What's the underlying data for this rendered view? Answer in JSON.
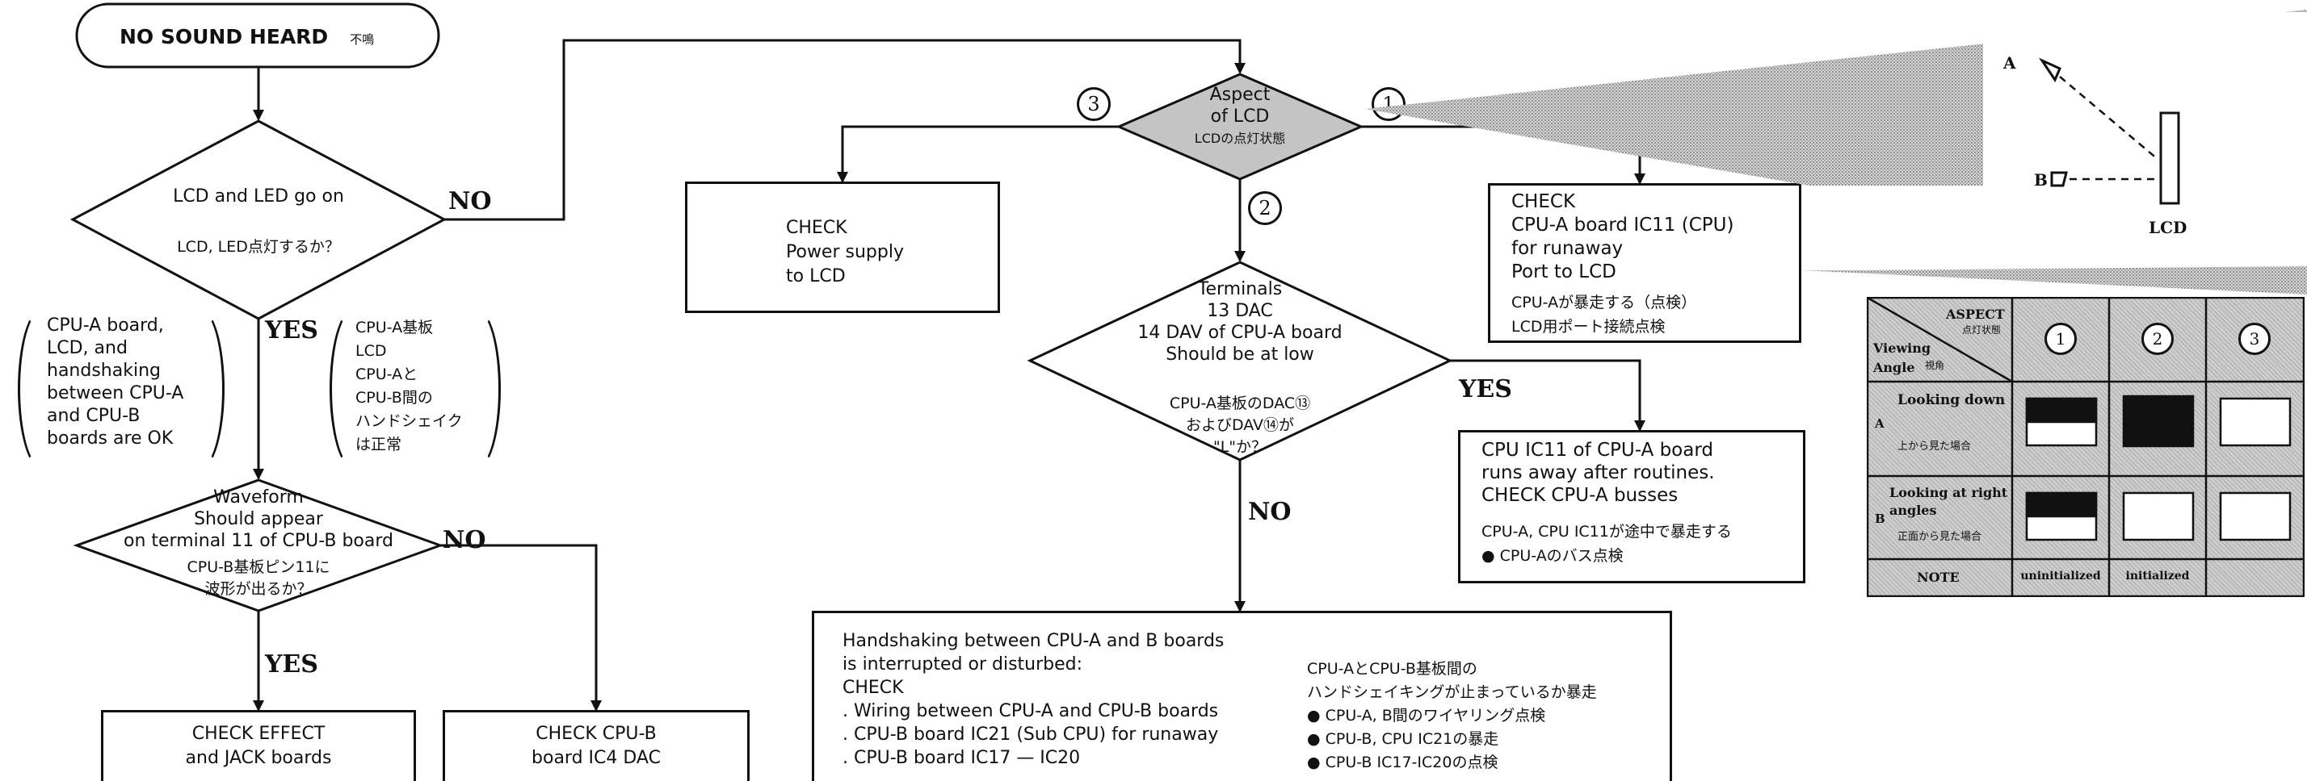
{
  "start": {
    "en": "NO SOUND HEARD",
    "jp": "不鳴"
  },
  "d1": {
    "en": "LCD and LED go on",
    "jp": "LCD, LED点灯するか？"
  },
  "d1_yes_note": {
    "en": [
      "CPU-A board,",
      "LCD, and",
      "handshaking",
      "between CPU-A",
      "and CPU-B",
      "boards are OK"
    ],
    "jp": [
      "CPU-A基板",
      "LCD",
      "CPU-Aと",
      "CPU-B間の",
      "ハンドシェイク",
      "は正常"
    ]
  },
  "d2": {
    "en": [
      "Waveform",
      "Should appear",
      "on terminal 11 of CPU-B  board"
    ],
    "jp": [
      "CPU-B基板ピン11に",
      "波形が出るか？"
    ]
  },
  "box_effect": [
    "CHECK   EFFECT",
    "and  JACK boards"
  ],
  "box_dac": [
    "CHECK CPU-B",
    "board IC4 DAC"
  ],
  "aspect": {
    "lines": [
      "Aspect",
      "of  LCD"
    ],
    "jp": "LCDの点灯状態"
  },
  "circles": {
    "one": "1",
    "two": "2",
    "three": "3"
  },
  "box_power": [
    "CHECK",
    "Power supply",
    "to LCD"
  ],
  "box_cpu_a": {
    "en": [
      "CHECK",
      "CPU-A board IC11 (CPU)",
      "for runaway",
      "Port to LCD"
    ],
    "jp": [
      "CPU-Aが暴走する（点検）",
      "LCD用ポート接続点検"
    ]
  },
  "d3": {
    "en": [
      "Terminals",
      "13 DAC",
      "14 DAV of   CPU-A board",
      "Should be at low"
    ],
    "jp": [
      "CPU-A基板のDAC⑬",
      "およびDAV⑭が",
      "\"L\"か？"
    ]
  },
  "box_runaway": {
    "en": [
      "CPU IC11 of   CPU-A board",
      "runs away after  routines.",
      "CHECK   CPU-A busses"
    ],
    "jp": [
      "CPU-A, CPU IC11が途中で暴走する",
      "● CPU-Aのバス点検"
    ]
  },
  "box_hand": {
    "en": [
      "Handshaking between CPU-A and B boards",
      "is interrupted or disturbed:",
      "CHECK",
      ". Wiring between CPU-A and CPU-B boards",
      ". CPU-B board IC21 (Sub CPU) for runaway",
      ". CPU-B board IC17  —  IC20"
    ],
    "jp": [
      "CPU-AとCPU-B基板間の",
      "ハンドシェイキングが止まっているか暴走",
      "● CPU-A, B間のワイヤリング点検",
      "● CPU-B, CPU IC21の暴走",
      "● CPU-B  IC17-IC20の点検"
    ]
  },
  "labels": {
    "yes": "YES",
    "no": "NO"
  },
  "viewing": {
    "a": "A",
    "b": "B",
    "lcd": "LCD"
  },
  "table": {
    "aspect": "ASPECT",
    "aspect_jp": "点灯状態",
    "viewing": "Viewing",
    "angle": "Angle",
    "angle_jp": "視角",
    "cols": [
      "1",
      "2",
      "3"
    ],
    "row_a_letter": "A",
    "row_a_label": "Looking down",
    "row_a_jp": "上から見た場合",
    "row_b_letter": "B",
    "row_b_label": [
      "Looking at right",
      "angles"
    ],
    "row_b_jp": "正面から見た場合",
    "note_label": "NOTE",
    "notes": [
      "uninitialized",
      "initialized",
      ""
    ]
  }
}
